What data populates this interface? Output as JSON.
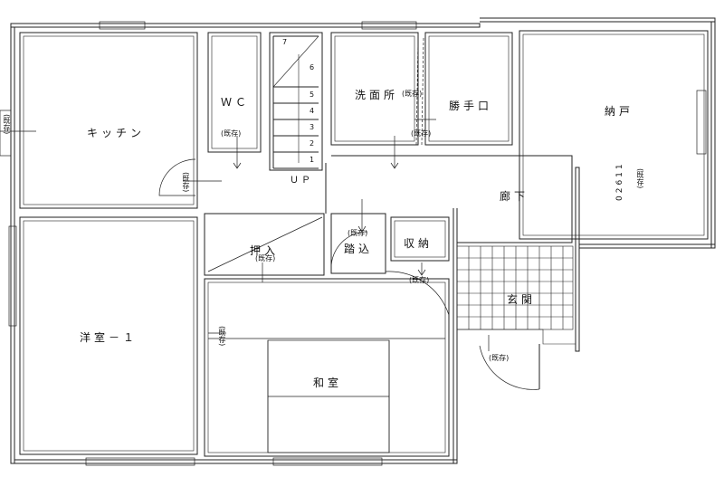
{
  "rooms": {
    "kitchen": "キッチン",
    "wc": "ＷＣ",
    "washroom": "洗面所",
    "back_door": "勝手口",
    "storage_closet": "納戸",
    "corridor": "廊下",
    "oshiire": "押入",
    "fumikomi": "踏込",
    "shuno": "収納",
    "genkan": "玄関",
    "western_room": "洋室－１",
    "washitsu": "和室"
  },
  "existing_label": "(既存)",
  "stairs": {
    "up_label": "ＵＰ",
    "steps": [
      "1",
      "2",
      "3",
      "4",
      "5",
      "6",
      "7"
    ]
  },
  "window_code": "02611"
}
